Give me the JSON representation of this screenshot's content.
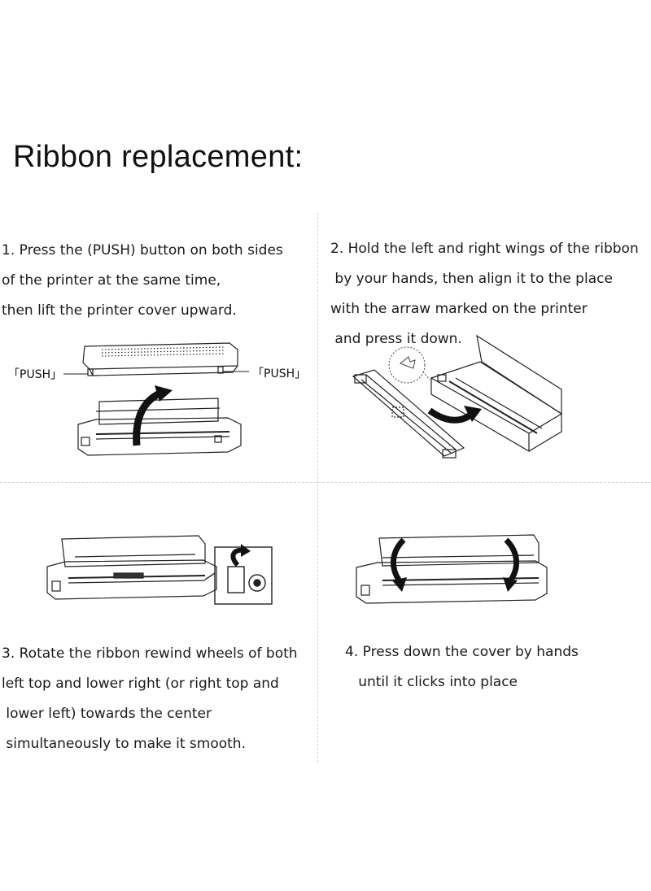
{
  "title": "Ribbon replacement:",
  "steps": [
    {
      "lines": [
        "1. Press the (PUSH) button on both sides",
        "of the printer at the same time,",
        "then lift the printer cover upward."
      ]
    },
    {
      "lines": [
        "2. Hold the left and right wings of the ribbon",
        " by your hands, then align it to the place",
        "with the arraw marked on the printer",
        " and press it down."
      ]
    },
    {
      "lines": [
        "3. Rotate the ribbon rewind wheels of both",
        "left top and lower right (or right top and",
        " lower left) towards the center",
        " simultaneously to make it smooth."
      ]
    },
    {
      "lines": [
        "4. Press down the cover by hands",
        "   until it clicks into place"
      ]
    }
  ],
  "figure1": {
    "push_left": "「PUSH」",
    "push_right": "「PUSH」"
  },
  "colors": {
    "text": "#111111",
    "line_art": "#222222",
    "divider": "#cfcfcf"
  },
  "icons": [
    "printer-cover-illustration",
    "printer-base-illustration",
    "curved-arrow-icon",
    "ribbon-cartridge-illustration",
    "rewind-wheel-arrow-icon"
  ]
}
